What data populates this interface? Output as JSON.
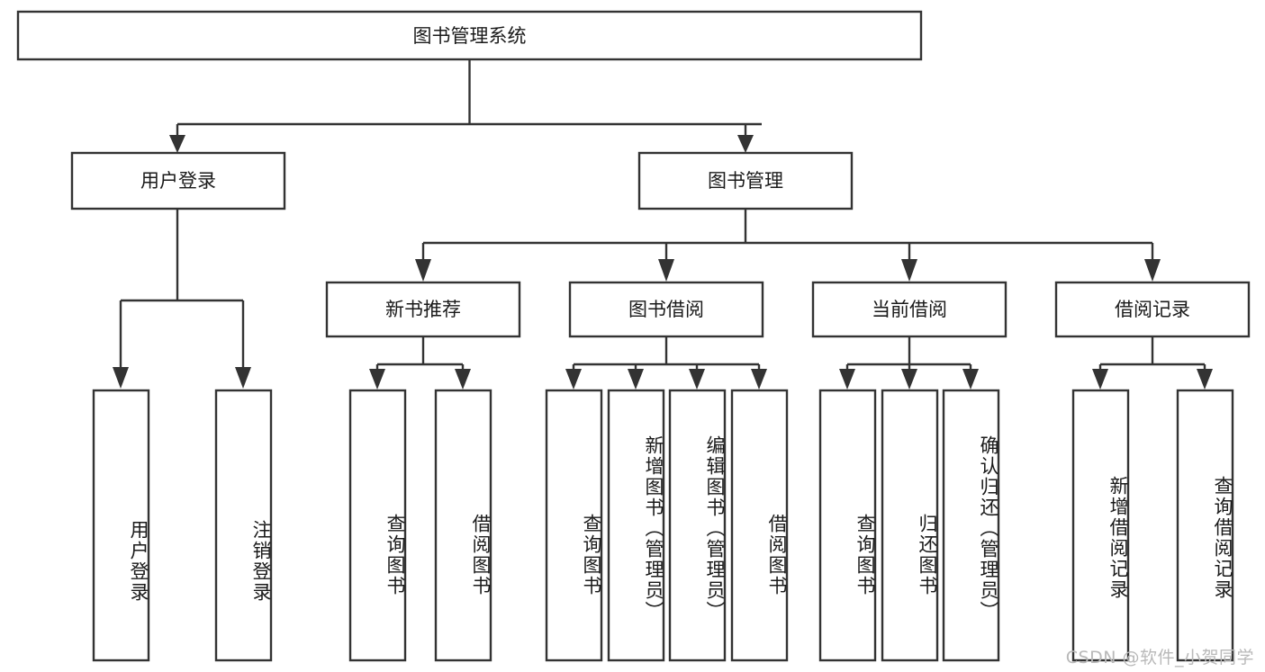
{
  "diagram": {
    "type": "tree-hierarchy-chart",
    "title": "图书管理系统",
    "orientation": "top-down",
    "colors": {
      "box_stroke": "#333333",
      "box_fill": "#ffffff",
      "text": "#1a1a1a",
      "background": "#ffffff",
      "watermark": "#b9b9b9"
    },
    "levels": [
      {
        "level": 1,
        "nodes": [
          {
            "id": "root",
            "label": "图书管理系统",
            "orientation": "horizontal"
          }
        ]
      },
      {
        "level": 2,
        "nodes": [
          {
            "id": "user-login",
            "label": "用户登录",
            "orientation": "horizontal",
            "parent": "root"
          },
          {
            "id": "book-manage",
            "label": "图书管理",
            "orientation": "horizontal",
            "parent": "root"
          }
        ]
      },
      {
        "level": 3,
        "nodes": [
          {
            "id": "new-book-rec",
            "label": "新书推荐",
            "orientation": "horizontal",
            "parent": "book-manage"
          },
          {
            "id": "book-borrow",
            "label": "图书借阅",
            "orientation": "horizontal",
            "parent": "book-manage"
          },
          {
            "id": "current-borrow",
            "label": "当前借阅",
            "orientation": "horizontal",
            "parent": "book-manage"
          },
          {
            "id": "borrow-record",
            "label": "借阅记录",
            "orientation": "horizontal",
            "parent": "book-manage"
          }
        ]
      },
      {
        "level": 4,
        "nodes": [
          {
            "id": "leaf-user-login",
            "label": "用户登录",
            "orientation": "vertical",
            "parent": "user-login"
          },
          {
            "id": "leaf-user-logout",
            "label": "注销登录",
            "orientation": "vertical",
            "parent": "user-login"
          },
          {
            "id": "leaf-rec-query",
            "label": "查询图书",
            "orientation": "vertical",
            "parent": "new-book-rec"
          },
          {
            "id": "leaf-rec-borrow",
            "label": "借阅图书",
            "orientation": "vertical",
            "parent": "new-book-rec"
          },
          {
            "id": "leaf-borrow-query",
            "label": "查询图书",
            "orientation": "vertical",
            "parent": "book-borrow"
          },
          {
            "id": "leaf-borrow-add",
            "label": "新增图书（管理员）",
            "orientation": "vertical",
            "parent": "book-borrow"
          },
          {
            "id": "leaf-borrow-edit",
            "label": "编辑图书（管理员）",
            "orientation": "vertical",
            "parent": "book-borrow"
          },
          {
            "id": "leaf-borrow-lend",
            "label": "借阅图书",
            "orientation": "vertical",
            "parent": "book-borrow"
          },
          {
            "id": "leaf-cur-query",
            "label": "查询图书",
            "orientation": "vertical",
            "parent": "current-borrow"
          },
          {
            "id": "leaf-cur-return",
            "label": "归还图书",
            "orientation": "vertical",
            "parent": "current-borrow"
          },
          {
            "id": "leaf-cur-confirm",
            "label": "确认归还（管理员）",
            "orientation": "vertical",
            "parent": "current-borrow"
          },
          {
            "id": "leaf-rec-add",
            "label": "新增借阅记录",
            "orientation": "vertical",
            "parent": "borrow-record"
          },
          {
            "id": "leaf-rec-query2",
            "label": "查询借阅记录",
            "orientation": "vertical",
            "parent": "borrow-record"
          }
        ]
      }
    ]
  },
  "watermark": {
    "text": "CSDN @软件_小贺同学"
  }
}
